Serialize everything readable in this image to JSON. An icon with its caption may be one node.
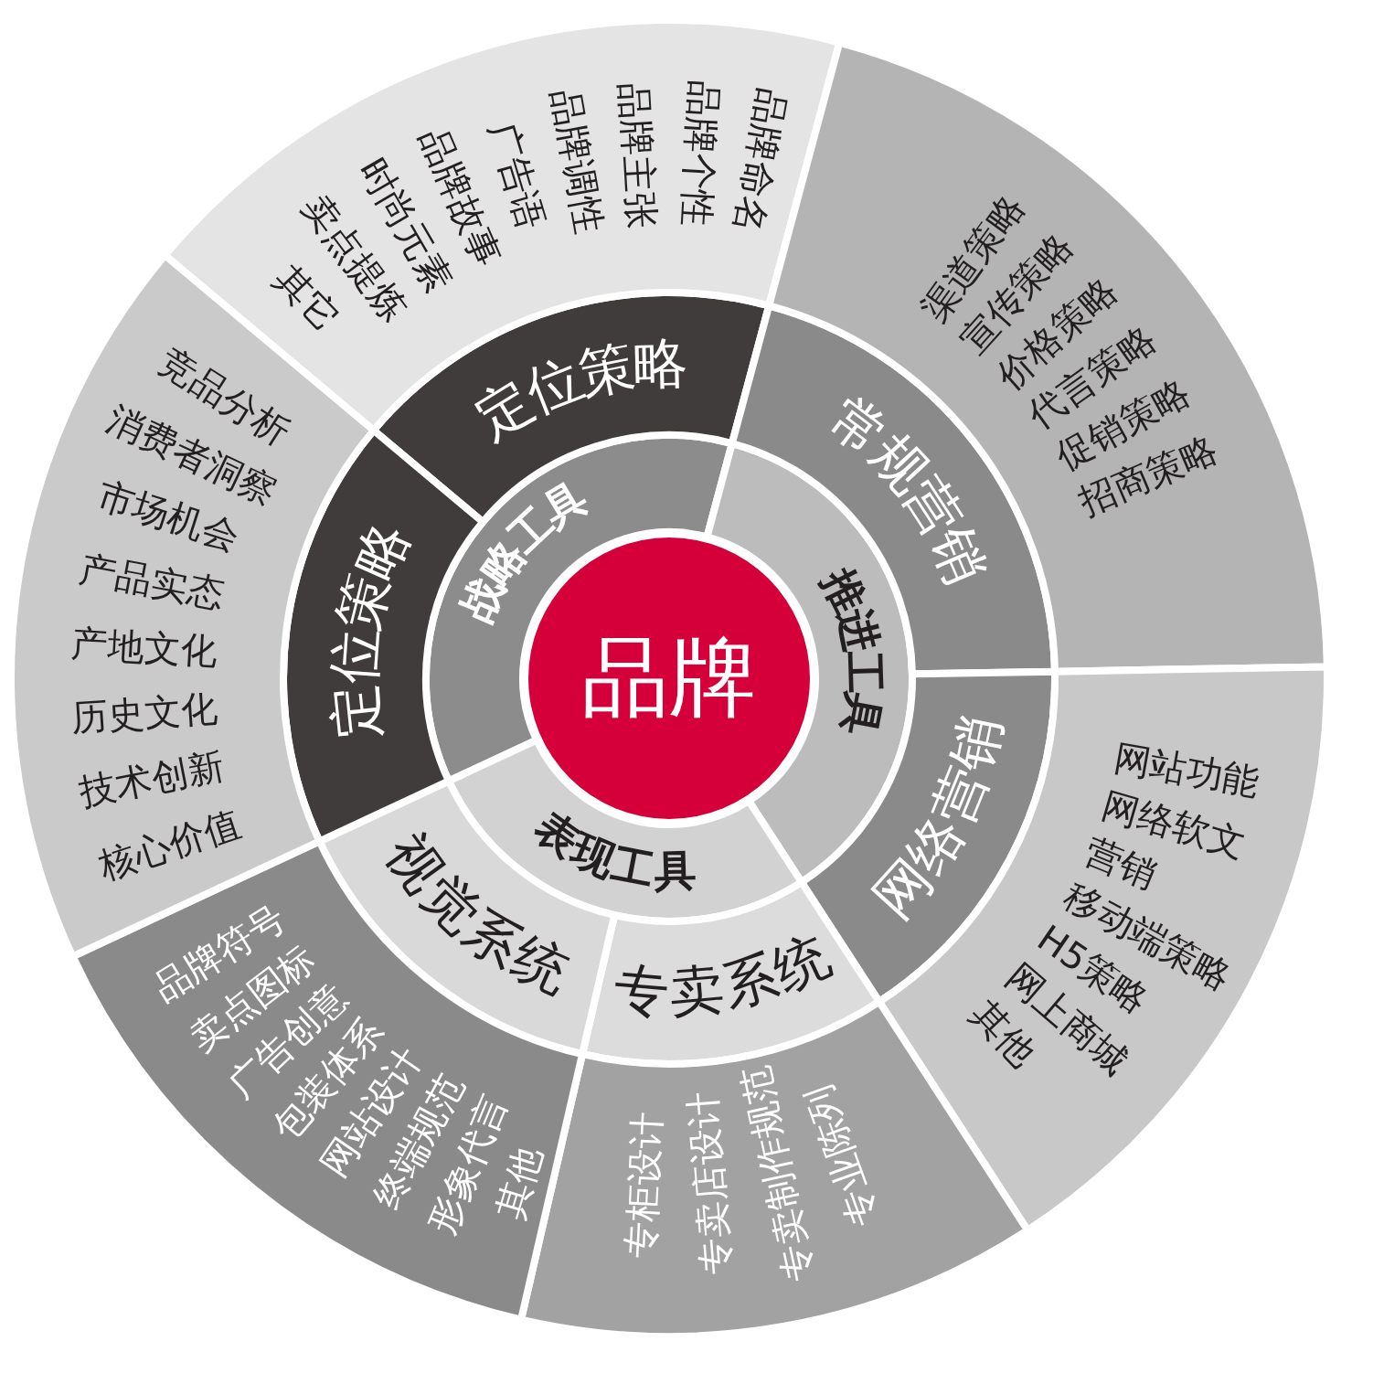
{
  "diagram": {
    "nodes": [
      {
        "text": [
          "品牌"
        ]
      },
      {
        "text": [
          "战略工具"
        ]
      },
      {
        "text": [
          "推进工具"
        ]
      },
      {
        "text": [
          "表现工具"
        ]
      },
      {
        "text": [
          "定位策略"
        ]
      },
      {
        "text": [
          "常规营销"
        ]
      },
      {
        "text": [
          "网络营销"
        ]
      },
      {
        "text": [
          "专卖系统"
        ]
      },
      {
        "text": [
          "视觉系统"
        ]
      },
      {
        "text": [
          "定位策略"
        ]
      },
      {
        "text": [
          "品牌命名",
          "品牌个性",
          "品牌主张",
          "品牌调性",
          "广告语",
          "品牌故事",
          "时尚元素",
          "卖点提炼",
          "其它"
        ]
      },
      {
        "text": [
          "渠道策略",
          "宣传策略",
          "价格策略",
          "代言策略",
          "促销策略",
          "招商策略"
        ]
      },
      {
        "text": [
          "网站功能",
          "网络软文",
          "营销",
          "移动端策略",
          "H5策略",
          "网上商城",
          "其他"
        ]
      },
      {
        "text": [
          "专柜设计",
          "专卖店设计",
          "专卖制作规范",
          "专业陈列"
        ]
      },
      {
        "text": [
          "品牌符号",
          "卖点图标",
          "广告创意",
          "包装体系",
          "网站设计",
          "终端规范",
          "形象代言",
          "其他"
        ]
      },
      {
        "text": [
          "竞品分析",
          "消费者洞察",
          "市场机会",
          "产品实态",
          "产地文化",
          "历史文化",
          "技术创新",
          "核心价值"
        ]
      }
    ]
  }
}
